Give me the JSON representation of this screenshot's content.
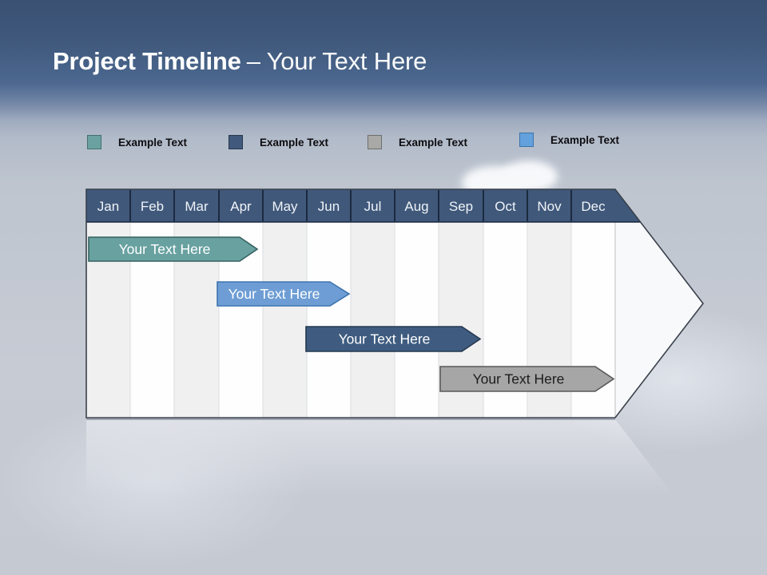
{
  "slide": {
    "title_bold": "Project Timeline",
    "title_rest": "– Your Text Here"
  },
  "legend": {
    "items": [
      {
        "label": "Example Text",
        "color": "#6BA2A1",
        "border": "#44706F"
      },
      {
        "label": "Example Text",
        "color": "#41597C",
        "border": "#26384F"
      },
      {
        "label": "Example Text",
        "color": "#A9A9A7",
        "border": "#6E6E6C"
      },
      {
        "label": "Example Text",
        "color": "#63A1DC",
        "border": "#3C73AB"
      }
    ]
  },
  "timeline": {
    "months": [
      "Jan",
      "Feb",
      "Mar",
      "Apr",
      "May",
      "Jun",
      "Jul",
      "Aug",
      "Sep",
      "Oct",
      "Nov",
      "Dec"
    ],
    "header": {
      "fill": "#40587A",
      "text_color": "#EFF3F8"
    },
    "bars": [
      {
        "label": "Your Text Here",
        "color": "#68A1A0",
        "border": "#34615F",
        "text_color": "#FFFFFF",
        "start_month": "Jan",
        "end_month": "Apr"
      },
      {
        "label": "Your Text Here",
        "color": "#6D9DD4",
        "border": "#3F74AE",
        "text_color": "#FFFFFF",
        "start_month": "Apr",
        "end_month": "Jun"
      },
      {
        "label": "Your Text Here",
        "color": "#3F5C80",
        "border": "#24384F",
        "text_color": "#FFFFFF",
        "start_month": "Jun",
        "end_month": "Sep"
      },
      {
        "label": "Your Text Here",
        "color": "#A6A6A6",
        "border": "#595959",
        "text_color": "#1C1C1C",
        "start_month": "Sep",
        "end_month": "Dec"
      }
    ]
  }
}
